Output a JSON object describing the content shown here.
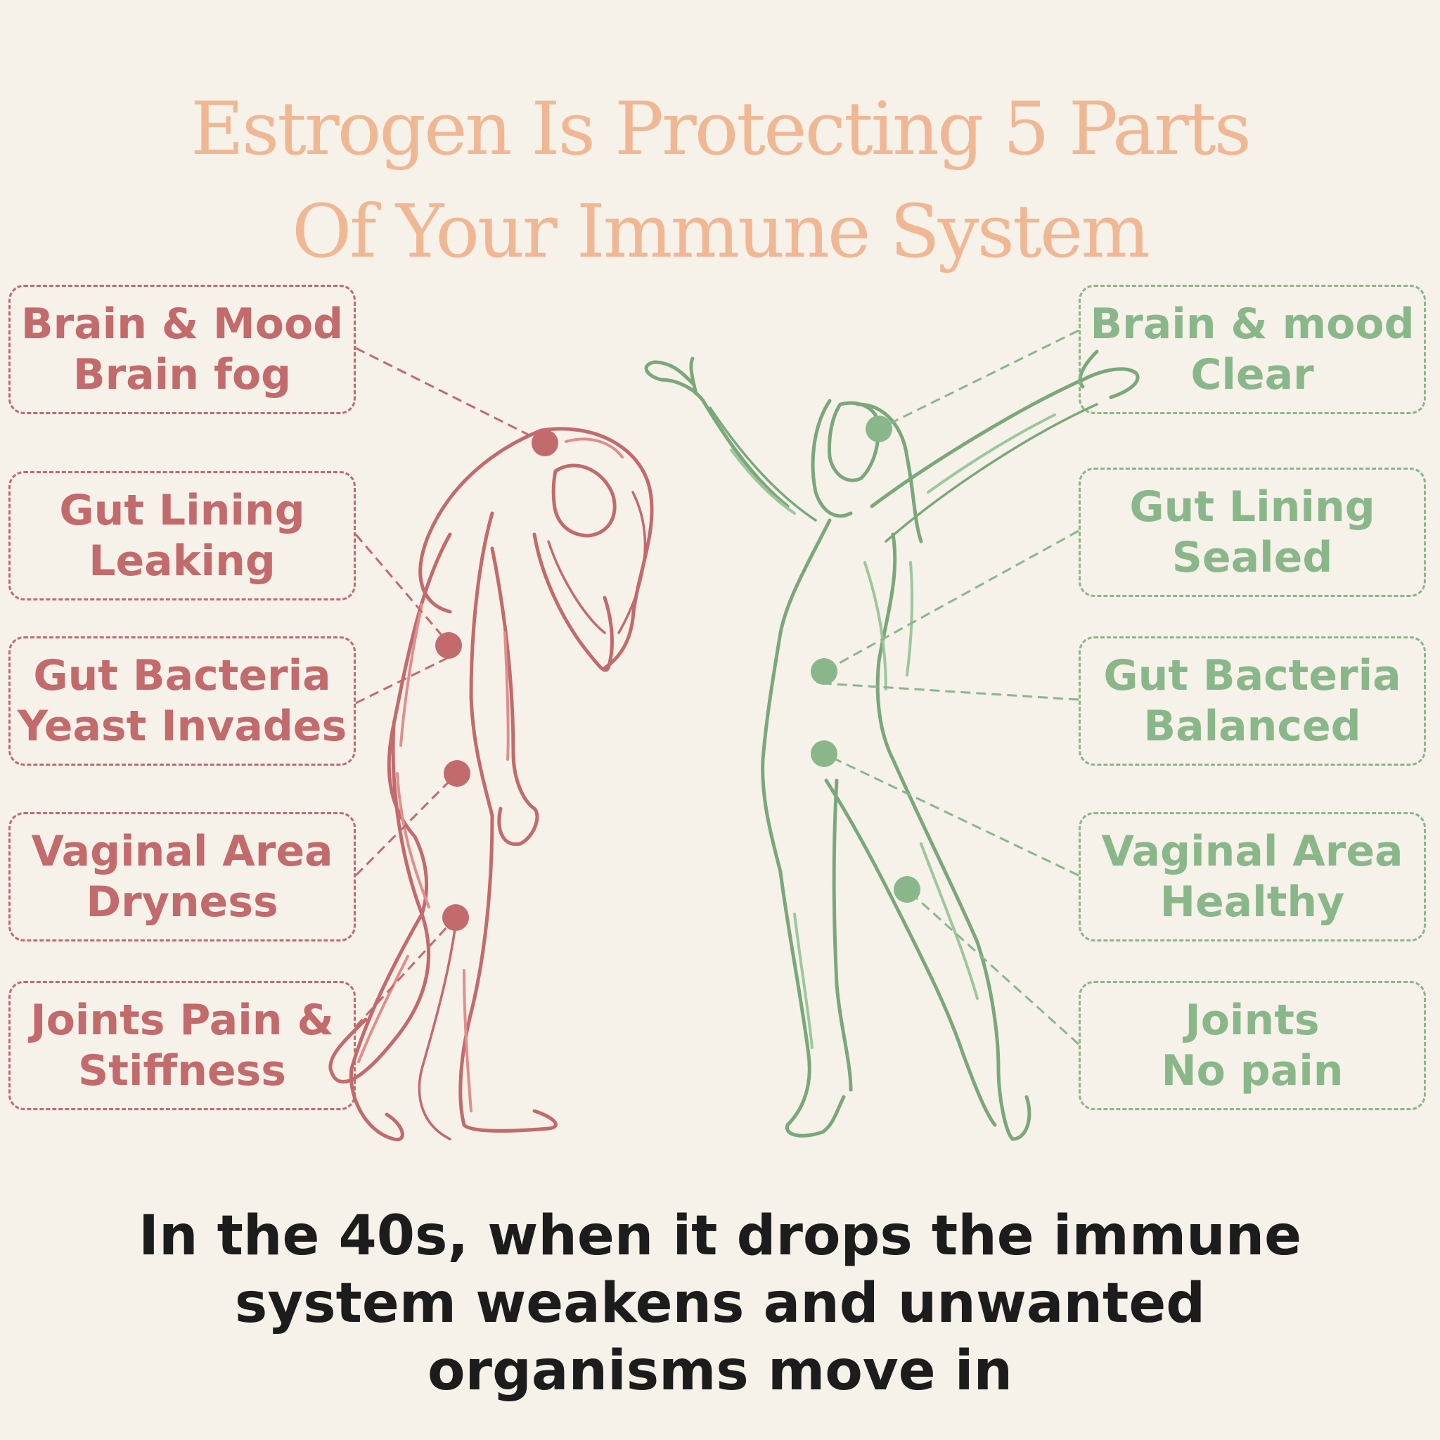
{
  "title": {
    "line1": "Estrogen Is Protecting 5 Parts",
    "line2": "Of Your Immune System"
  },
  "left_labels": [
    {
      "heading": "Brain & Mood",
      "status": "Brain fog"
    },
    {
      "heading": "Gut Lining",
      "status": "Leaking"
    },
    {
      "heading": "Gut Bacteria",
      "status": "Yeast Invades"
    },
    {
      "heading": "Vaginal Area",
      "status": "Dryness"
    },
    {
      "heading": "Joints Pain &",
      "status": "Stiffness"
    }
  ],
  "right_labels": [
    {
      "heading": "Brain & mood",
      "status": "Clear"
    },
    {
      "heading": "Gut Lining",
      "status": "Sealed"
    },
    {
      "heading": "Gut Bacteria",
      "status": "Balanced"
    },
    {
      "heading": "Vaginal Area",
      "status": "Healthy"
    },
    {
      "heading": "Joints",
      "status": "No pain"
    }
  ],
  "caption": {
    "line1": "In the 40s, when it drops the immune",
    "line2": "system weakens and unwanted",
    "line3": "organisms move in"
  },
  "colors": {
    "background": "#f6f1e9",
    "title": "#f0b794",
    "unhealthy": "#c26a6c",
    "healthy": "#8ab78a",
    "caption": "#1c1c1c"
  },
  "icons": {
    "left_figure": "tired-woman-illustration",
    "right_figure": "energetic-woman-illustration"
  }
}
